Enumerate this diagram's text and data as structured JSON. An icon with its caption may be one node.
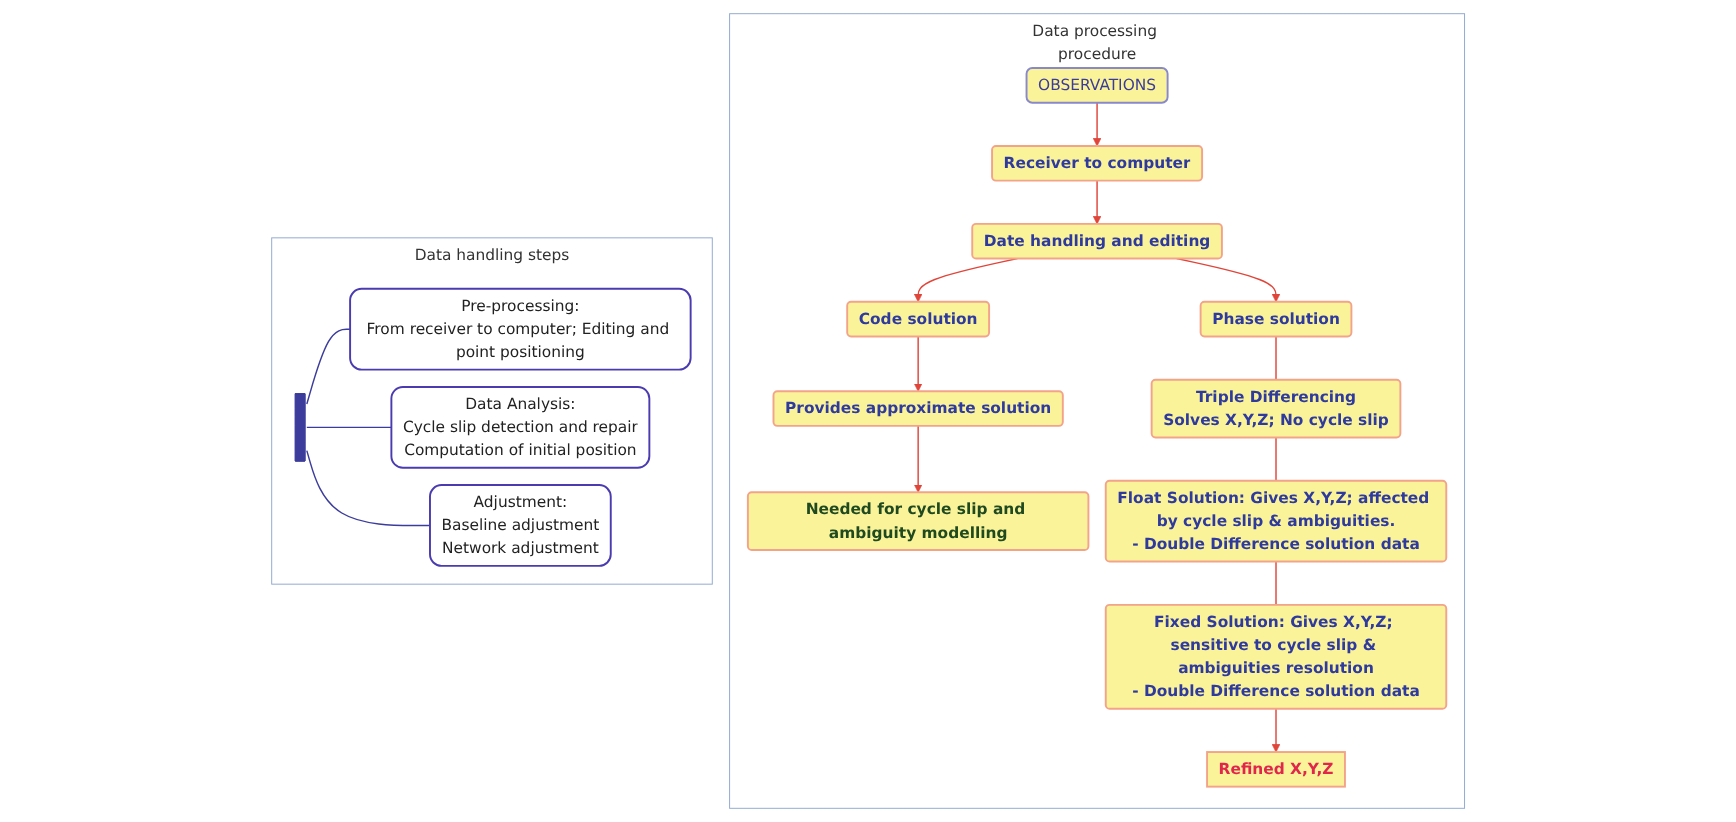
{
  "diagram": {
    "nodes": [
      {
        "text": [
          "Data handling steps"
        ]
      },
      {
        "text": [],
        "shape": "bar",
        "in": 0
      },
      {
        "text": [
          "Pre-processing:",
          "From receiver to computer; Editing and point positioning"
        ],
        "in": 0
      },
      {
        "text": [
          "Data Analysis:",
          "Cycle slip detection and repair",
          "Computation of initial position"
        ],
        "in": 0
      },
      {
        "text": [
          "Adjustment:",
          "Baseline adjustment",
          "Network adjustment"
        ],
        "in": 0
      },
      {
        "text": [
          "Data processing procedure"
        ]
      },
      {
        "text": [
          "OBSERVATIONS"
        ],
        "in": 5
      },
      {
        "text": [
          "Receiver to computer"
        ],
        "in": 5
      },
      {
        "text": [
          "Date handling and editing"
        ],
        "in": 5
      },
      {
        "text": [
          "Code solution"
        ],
        "in": 5
      },
      {
        "text": [
          "Phase solution"
        ],
        "in": 5
      },
      {
        "text": [
          "Provides approximate solution"
        ],
        "in": 5
      },
      {
        "text": [
          "Triple Differencing",
          "Solves X,Y,Z; No cycle slip"
        ],
        "in": 5
      },
      {
        "text": [
          "Needed for cycle slip and ambiguity modelling"
        ],
        "in": 5
      },
      {
        "text": [
          "Float Solution: Gives X,Y,Z; affected by cycle slip & ambiguities.",
          "- Double Difference solution data"
        ],
        "in": 5
      },
      {
        "text": [
          "Fixed Solution: Gives X,Y,Z; sensitive to cycle slip & ambiguities resolution",
          "- Double Difference solution data"
        ],
        "in": 5
      },
      {
        "text": [
          "Refined X,Y,Z"
        ],
        "in": 5
      }
    ],
    "edges": [
      {
        "from": 1,
        "to": 2,
        "arrow": "none",
        "color": "#3c3c9c"
      },
      {
        "from": 1,
        "to": 3,
        "arrow": "none",
        "color": "#3c3c9c"
      },
      {
        "from": 1,
        "to": 4,
        "arrow": "none",
        "color": "#3c3c9c"
      },
      {
        "from": 6,
        "to": 7,
        "arrow": "to"
      },
      {
        "from": 7,
        "to": 8,
        "arrow": "to"
      },
      {
        "from": 8,
        "to": 9,
        "arrow": "to"
      },
      {
        "from": 8,
        "to": 10,
        "arrow": "to"
      },
      {
        "from": 9,
        "to": 11,
        "arrow": "to"
      },
      {
        "from": 11,
        "to": 13,
        "arrow": "to"
      },
      {
        "from": 10,
        "to": 12,
        "arrow": "none"
      },
      {
        "from": 12,
        "to": 14,
        "arrow": "none"
      },
      {
        "from": 14,
        "to": 15,
        "arrow": "none"
      },
      {
        "from": 15,
        "to": 16,
        "arrow": "to"
      }
    ]
  }
}
